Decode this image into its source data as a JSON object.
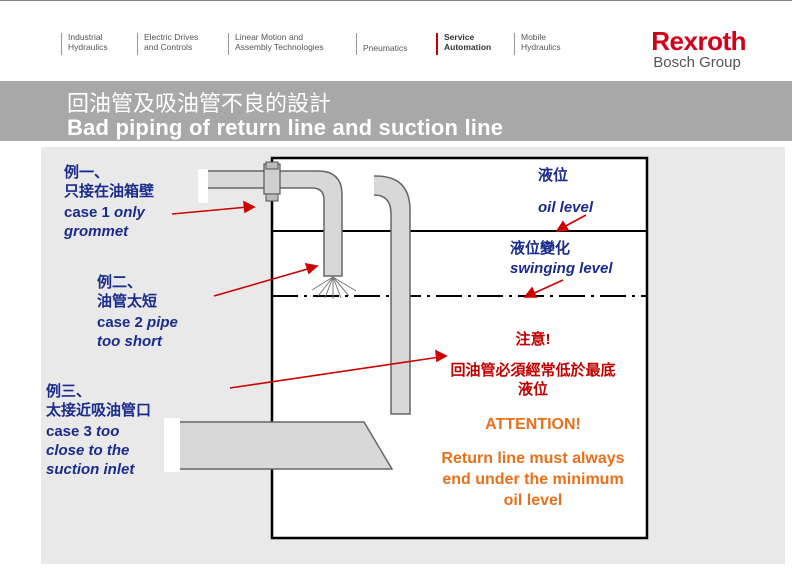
{
  "header": {
    "nav": [
      {
        "label": "Industrial\nHydraulics"
      },
      {
        "label": "Electric Drives\nand Controls"
      },
      {
        "label": "Linear Motion and\nAssembly Technologies"
      },
      {
        "label": "Pneumatics"
      },
      {
        "label": "Service\nAutomation"
      },
      {
        "label": "Mobile\nHydraulics"
      }
    ],
    "brand": "Rexroth",
    "brand_sub": "Bosch Group"
  },
  "title": {
    "zh": "回油管及吸油管不良的設計",
    "en": "Bad piping of return line and suction line"
  },
  "labels": {
    "level_zh": "液位",
    "level_en": "oil level",
    "swing_zh": "液位變化",
    "swing_en": "swinging level",
    "case1_zh": "例一、\n只接在油箱壁",
    "case1_en_a": "case 1 ",
    "case1_en_b": "only\ngrommet",
    "case2_zh": "例二、\n油管太短",
    "case2_en_a": "case 2 ",
    "case2_en_b": "pipe\ntoo short",
    "case3_zh": "例三、\n太接近吸油管口",
    "case3_en_a": "case 3 ",
    "case3_en_b": "too\nclose to the\nsuction inlet",
    "note_zh_1": "注意!",
    "note_zh_2": "回油管必須經常低於最底\n液位",
    "attention": "ATTENTION!",
    "note_en": "Return line must always\nend under the minimum\noil level"
  },
  "colors": {
    "brand_red": "#d4001a",
    "label_blue": "#1a2b8c",
    "note_red": "#c00000",
    "attention_orange": "#e8701a",
    "band_gray": "#a8a8a8"
  }
}
